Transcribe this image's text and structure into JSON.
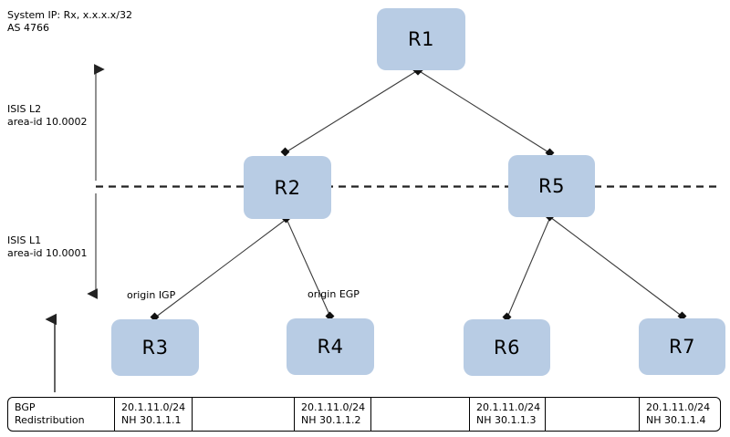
{
  "annotations": {
    "system_note": "System IP: Rx, x.x.x.x/32\nAS 4766",
    "isis_l2": "ISIS L2\narea-id 10.0002",
    "isis_l1": "ISIS L1\narea-id 10.0001"
  },
  "nodes": [
    {
      "id": "R1",
      "label": "R1"
    },
    {
      "id": "R2",
      "label": "R2"
    },
    {
      "id": "R5",
      "label": "R5"
    },
    {
      "id": "R3",
      "label": "R3"
    },
    {
      "id": "R4",
      "label": "R4"
    },
    {
      "id": "R6",
      "label": "R6"
    },
    {
      "id": "R7",
      "label": "R7"
    }
  ],
  "edge_labels": {
    "origin_igp": "origin IGP",
    "origin_egp": "origin EGP"
  },
  "bgp_table": {
    "cells": [
      "BGP\nRedistribution",
      "20.1.11.0/24\nNH 30.1.1.1",
      "",
      "20.1.11.0/24\nNH 30.1.1.2",
      "",
      "20.1.11.0/24\nNH 30.1.1.3",
      "",
      "20.1.11.0/24\nNH 30.1.1.4"
    ]
  },
  "colors": {
    "node_fill": "#b8cce4",
    "line": "#404040",
    "text": "#000000"
  }
}
